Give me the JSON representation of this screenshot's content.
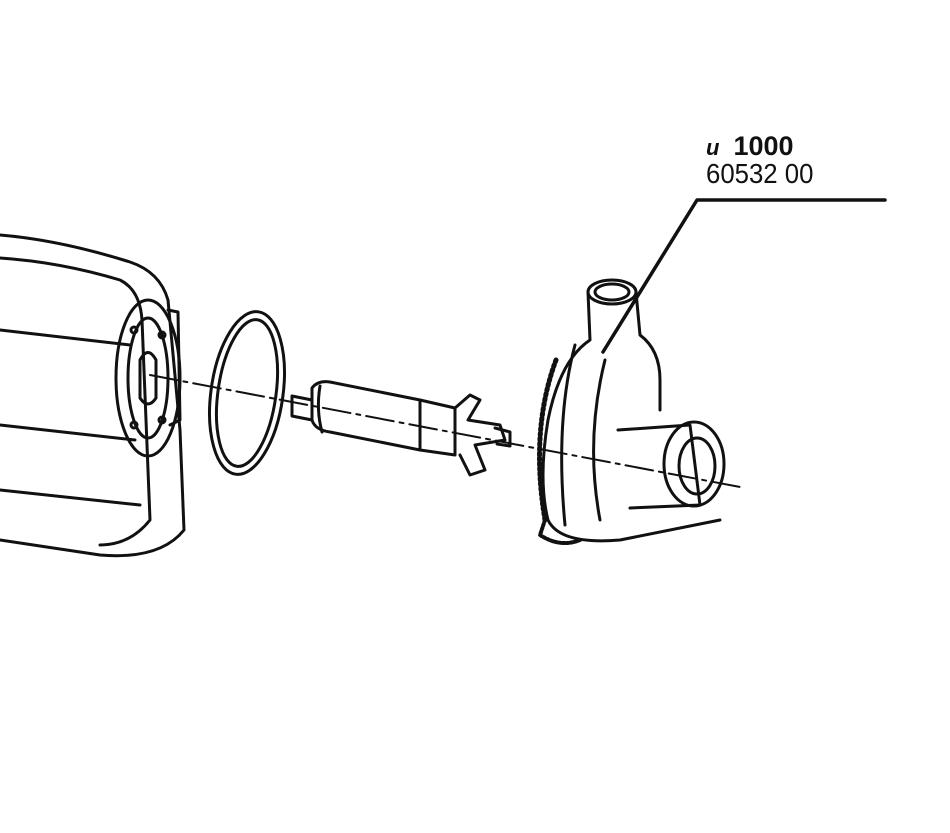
{
  "part_label": {
    "model_prefix": "u",
    "model_number": "1000",
    "part_number": "60532 00"
  },
  "colors": {
    "ink": "#111111",
    "background": "#ffffff"
  }
}
